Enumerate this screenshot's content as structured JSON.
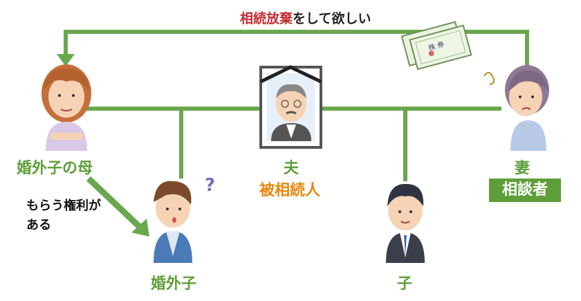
{
  "banner": {
    "red": "相続放棄",
    "black": "をして欲しい"
  },
  "certificate_text": "株 券",
  "people": {
    "mother": {
      "label": "婚外子の母"
    },
    "husband": {
      "label": "夫",
      "role": "被相続人"
    },
    "wife": {
      "label": "妻",
      "role": "相談者"
    },
    "illegitimate_child": {
      "label": "婚外子"
    },
    "child": {
      "label": "子"
    }
  },
  "arrow_note": {
    "line1": "もらう権利が",
    "line2": "ある"
  },
  "question_mark": "?",
  "colors": {
    "green": "#5e9e3a",
    "red": "#c62a2f",
    "orange": "#e8860e"
  }
}
